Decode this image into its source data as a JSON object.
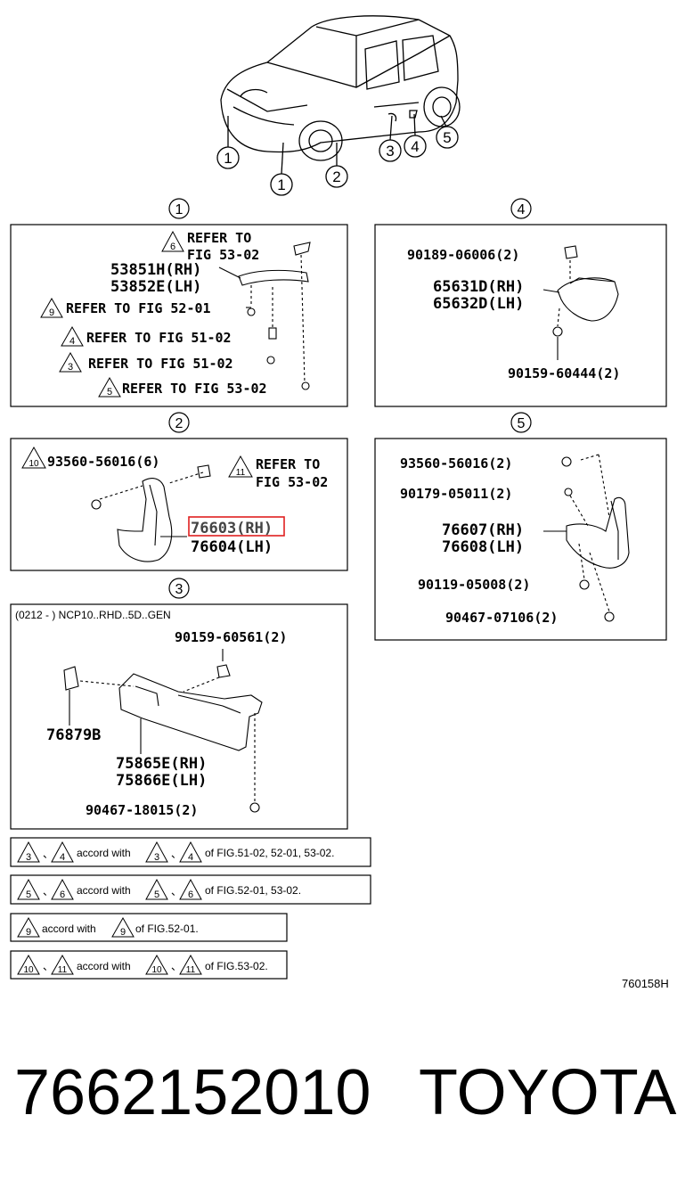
{
  "highlight_color": "#e02020",
  "diagram_code": "760158H",
  "footer": {
    "part_number": "7662152010",
    "brand": "TOYOTA"
  },
  "overview": {
    "callouts": [
      "1",
      "1",
      "2",
      "3",
      "4",
      "5"
    ]
  },
  "section1": {
    "marker": "1",
    "labels": [
      "6",
      "REFER TO",
      "FIG 53-02",
      "53851H(RH)",
      "53852E(LH)",
      "9",
      "REFER TO FIG 52-01",
      "4",
      "REFER TO FIG 51-02",
      "3",
      "REFER TO FIG 51-02",
      "5",
      "REFER TO FIG 53-02"
    ]
  },
  "section2": {
    "marker": "2",
    "labels": [
      "10",
      "93560-56016(6)",
      "11",
      "REFER TO",
      "FIG 53-02",
      "76603(RH)",
      "76604(LH)"
    ]
  },
  "section3": {
    "marker": "3",
    "header": "(0212 -     ) NCP10..RHD..5D..GEN",
    "labels": [
      "90159-60561(2)",
      "76879B",
      "75865E(RH)",
      "75866E(LH)",
      "90467-18015(2)"
    ]
  },
  "section4": {
    "marker": "4",
    "labels": [
      "90189-06006(2)",
      "65631D(RH)",
      "65632D(LH)",
      "90159-60444(2)"
    ]
  },
  "section5": {
    "marker": "5",
    "labels": [
      "93560-56016(2)",
      "90179-05011(2)",
      "76607(RH)",
      "76608(LH)",
      "90119-05008(2)",
      "90467-07106(2)"
    ]
  },
  "notes": [
    {
      "parts": [
        "3",
        "、",
        "4",
        "accord with",
        "3",
        "、",
        "4",
        "of FIG.51-02, 52-01, 53-02."
      ]
    },
    {
      "parts": [
        "5",
        "、",
        "6",
        "accord with",
        "5",
        "、",
        "6",
        "of FIG.52-01, 53-02."
      ]
    },
    {
      "parts": [
        "9",
        "accord with",
        "9",
        "of FIG.52-01."
      ]
    },
    {
      "parts": [
        "10",
        "、",
        "11",
        "accord with",
        "10",
        "、",
        "11",
        "of FIG.53-02."
      ]
    }
  ]
}
